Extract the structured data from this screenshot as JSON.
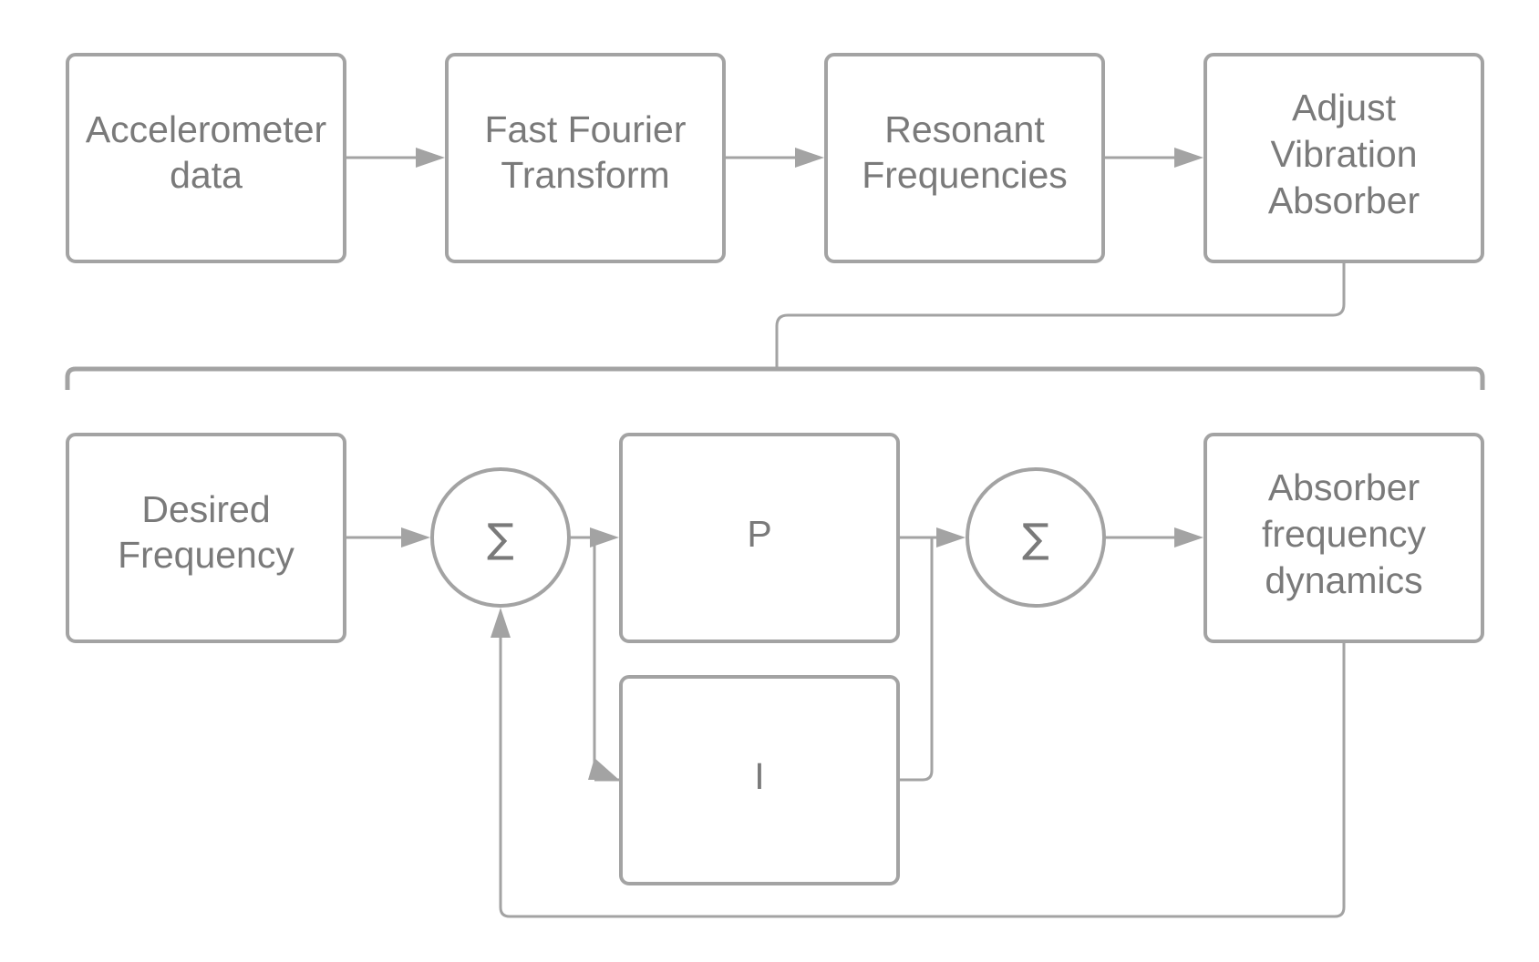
{
  "colors": {
    "stroke": "#a3a3a3",
    "text": "#7a7a7a",
    "background": "#ffffff"
  },
  "top_row": {
    "accelerometer": [
      "Accelerometer",
      "data"
    ],
    "fft": [
      "Fast Fourier",
      "Transform"
    ],
    "resonant": [
      "Resonant",
      "Frequencies"
    ],
    "adjust": [
      "Adjust",
      "Vibration",
      "Absorber"
    ]
  },
  "bottom_row": {
    "desired": [
      "Desired",
      "Frequency"
    ],
    "sum_symbol": "∑",
    "p_block": "P",
    "i_block": "I",
    "absorber_dynamics": [
      "Absorber",
      "frequency",
      "dynamics"
    ]
  }
}
